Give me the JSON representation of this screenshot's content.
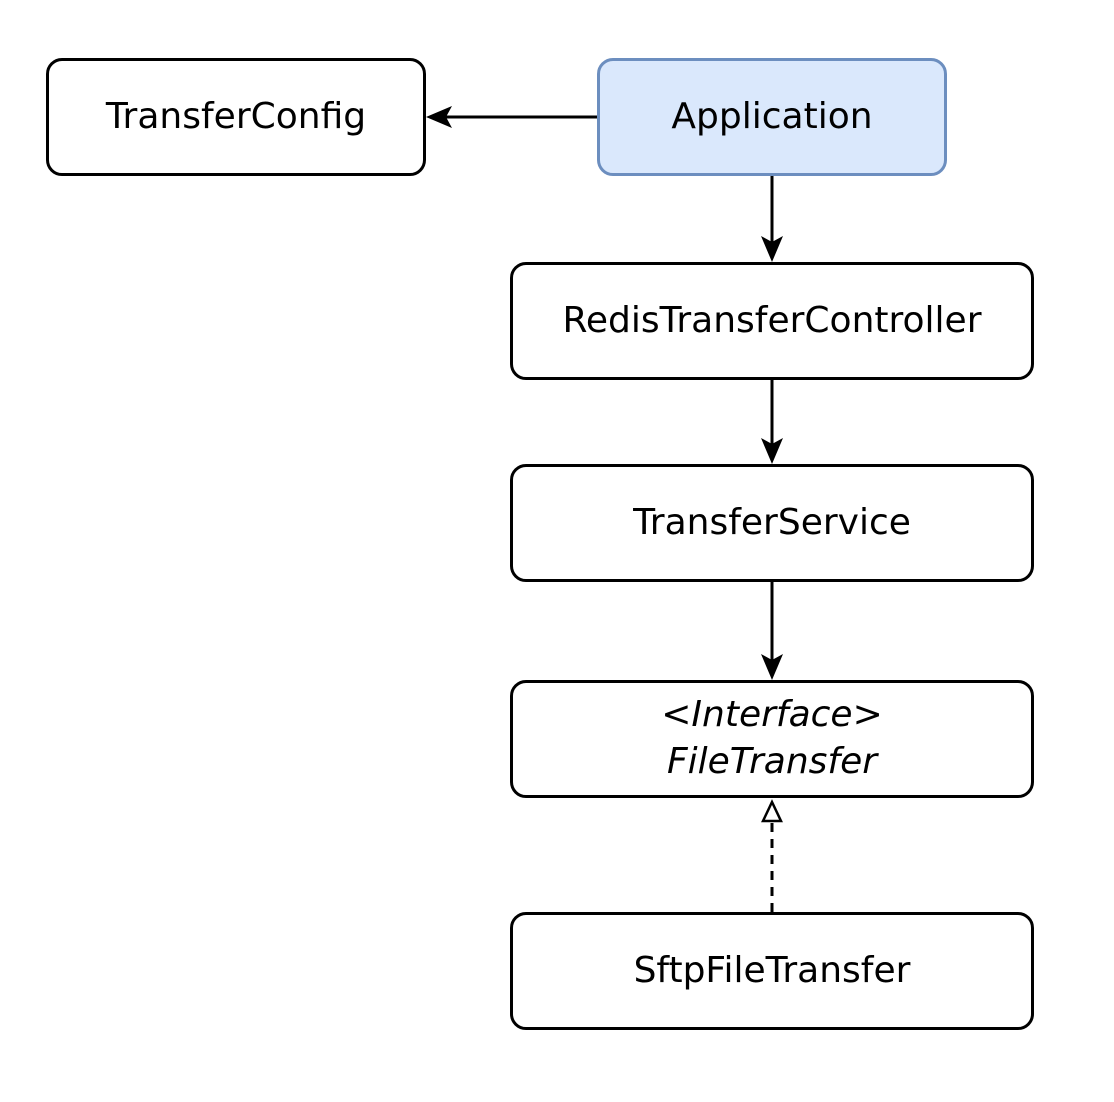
{
  "nodes": {
    "transfer_config": "TransferConfig",
    "application": "Application",
    "redis_transfer_controller": "RedisTransferController",
    "transfer_service": "TransferService",
    "file_transfer_stereotype": "<Interface>",
    "file_transfer": "FileTransfer",
    "sftp_file_transfer": "SftpFileTransfer"
  },
  "edges": [
    {
      "from": "Application",
      "to": "TransferConfig",
      "style": "solid",
      "head": "filled-arrow"
    },
    {
      "from": "Application",
      "to": "RedisTransferController",
      "style": "solid",
      "head": "filled-arrow"
    },
    {
      "from": "RedisTransferController",
      "to": "TransferService",
      "style": "solid",
      "head": "filled-arrow"
    },
    {
      "from": "TransferService",
      "to": "FileTransfer",
      "style": "solid",
      "head": "filled-arrow"
    },
    {
      "from": "SftpFileTransfer",
      "to": "FileTransfer",
      "style": "dashed",
      "head": "hollow-triangle"
    }
  ],
  "colors": {
    "highlight_fill": "#dae8fc",
    "highlight_stroke": "#6c8ebf",
    "stroke": "#000000",
    "fill": "#ffffff"
  }
}
